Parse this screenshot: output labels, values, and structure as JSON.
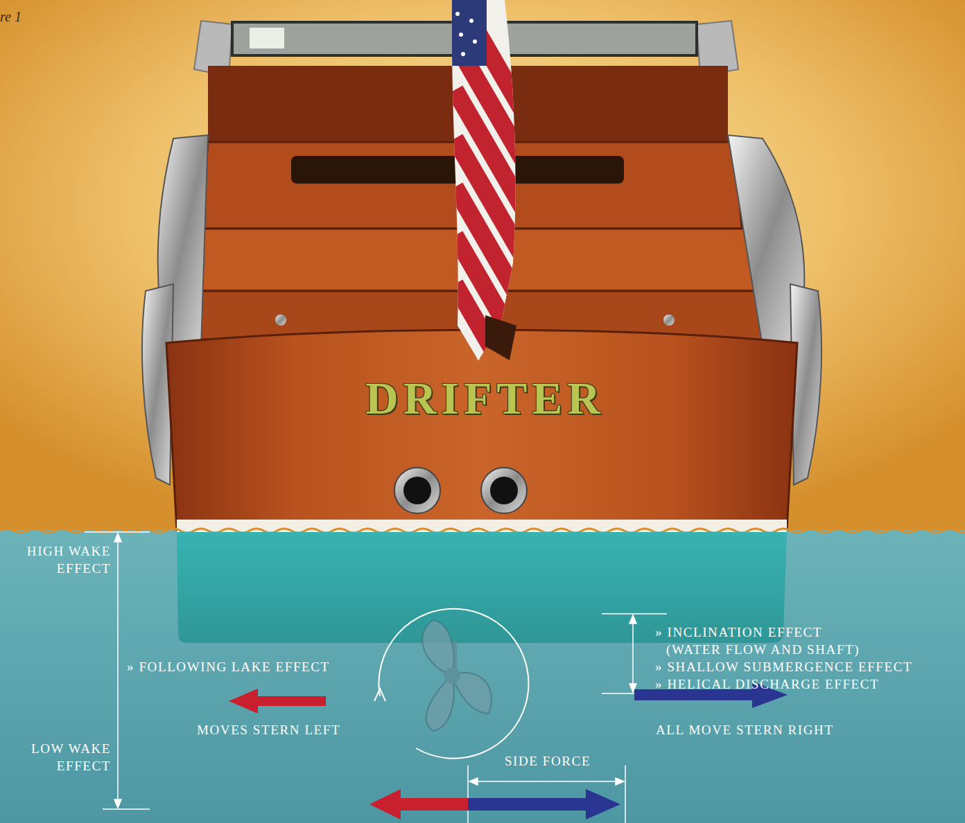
{
  "diagram": {
    "labels": [
      "re 1",
      "DRIFTER",
      "HIGH WAKE EFFECT",
      "» FOLLOWING LAKE EFFECT",
      "LOW WAKE EFFECT",
      "MOVES STERN LEFT",
      "SIDE FORCE",
      "» INCLINATION EFFECT (WATER FLOW AND SHAFT)",
      "» SHALLOW SUBMERGENCE EFFECT",
      "» HELICAL DISCHARGE EFFECT",
      "ALL MOVE STERN RIGHT"
    ]
  }
}
